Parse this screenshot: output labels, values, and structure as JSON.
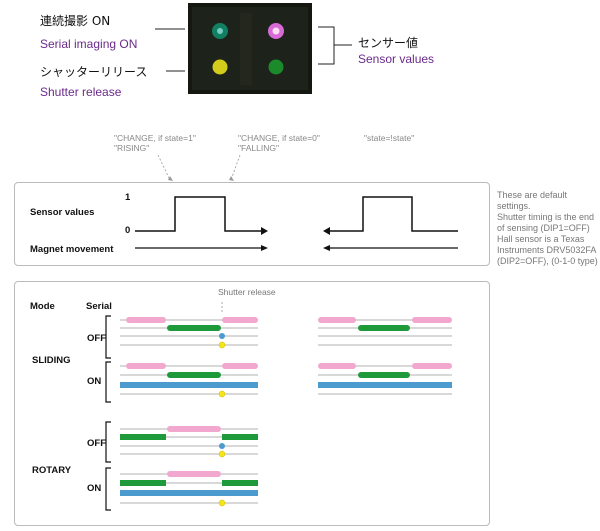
{
  "photo_labels": {
    "serial_imaging_jp": "連続撮影 ON",
    "serial_imaging_en": "Serial imaging ON",
    "shutter_release_jp": "シャッターリリース",
    "shutter_release_en": "Shutter release",
    "sensor_values_jp": "センサー値",
    "sensor_values_en": "Sensor values"
  },
  "annotations": {
    "change_state1": "\"CHANGE, if state=1\"",
    "rising": "\"RISING\"",
    "change_state0": "\"CHANGE, if state=0\"",
    "falling": "\"FALLING\"",
    "toggle": "\"state=!state\""
  },
  "sensor_panel": {
    "sensor_values_label": "Sensor values",
    "magnet_movement_label": "Magnet movement",
    "level_high": "1",
    "level_low": "0"
  },
  "default_note": [
    "These are default settings.",
    "Shutter timing is the end",
    "of sensing (DIP1=OFF)",
    "Hall sensor is a Texas",
    "Instruments DRV5032FA",
    "(DIP2=OFF),  (0-1-0 type)"
  ],
  "modes_panel": {
    "mode_header": "Mode",
    "serial_header": "Serial",
    "shutter_release": "Shutter release",
    "sliding": "SLIDING",
    "rotary": "ROTARY",
    "off": "OFF",
    "on": "ON"
  },
  "colors": {
    "pink": "#f2a7cf",
    "green": "#1f9a3a",
    "blue": "#4b9bcf",
    "yellow": "#f5e51a",
    "purple": "#6a2a8a"
  }
}
